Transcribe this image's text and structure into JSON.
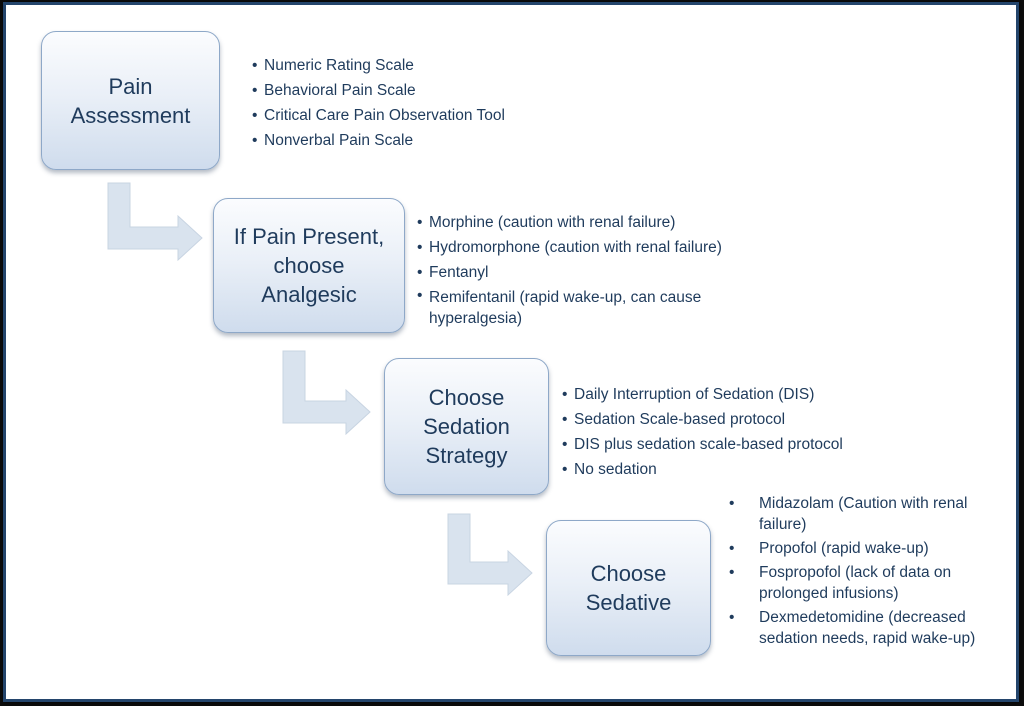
{
  "steps": [
    {
      "lines": [
        "Pain",
        "Assessment"
      ],
      "bullets": [
        "Numeric Rating Scale",
        "Behavioral Pain Scale",
        "Critical Care Pain Observation Tool",
        "Nonverbal Pain Scale"
      ]
    },
    {
      "lines": [
        "If Pain Present,",
        "choose",
        "Analgesic"
      ],
      "bullets": [
        "Morphine (caution with renal failure)",
        "Hydromorphone (caution with renal failure)",
        "Fentanyl",
        "Remifentanil (rapid wake-up, can cause hyperalgesia)"
      ]
    },
    {
      "lines": [
        "Choose",
        "Sedation",
        "Strategy"
      ],
      "bullets": [
        "Daily Interruption of Sedation (DIS)",
        "Sedation Scale-based protocol",
        "DIS plus sedation scale-based protocol",
        "No sedation"
      ]
    },
    {
      "lines": [
        "Choose",
        "Sedative"
      ],
      "bullets": [
        "Midazolam (Caution with renal failure)",
        "Propofol (rapid wake-up)",
        "Fospropofol (lack of data on prolonged infusions)",
        "Dexmedetomidine (decreased sedation needs, rapid wake-up)"
      ]
    }
  ],
  "colors": {
    "box_text": "#1f3b5c",
    "box_border": "#8ea8c8",
    "arrow_fill": "#d9e3ee",
    "frame_border": "#24456c"
  }
}
